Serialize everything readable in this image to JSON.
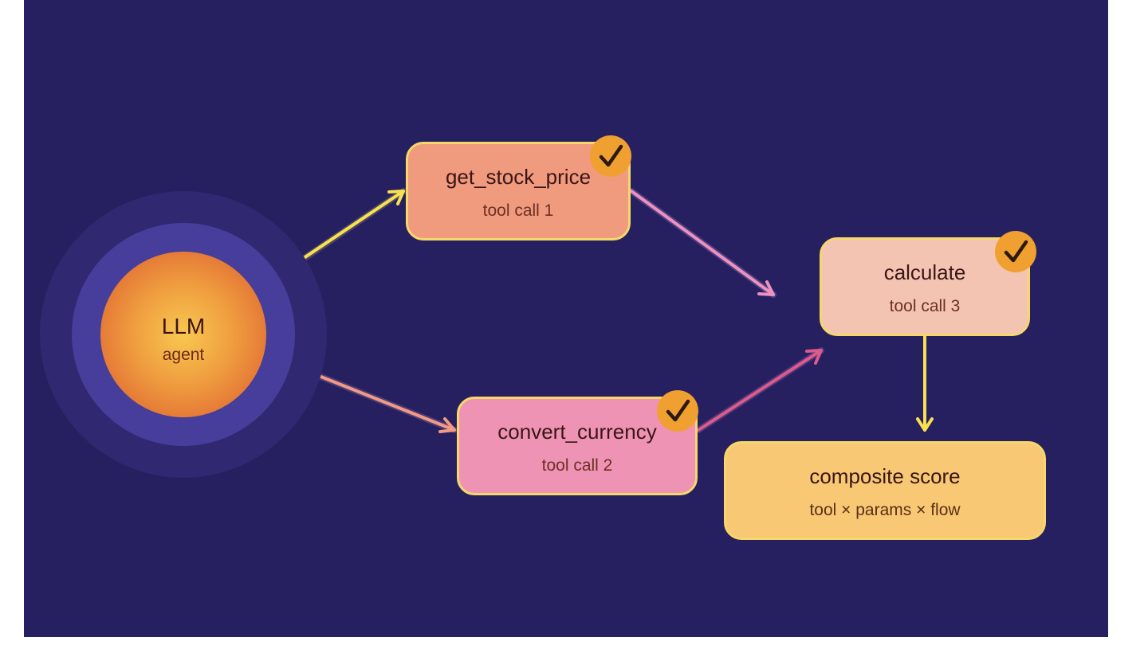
{
  "agent": {
    "title": "LLM",
    "subtitle": "agent"
  },
  "nodes": [
    {
      "id": "get_stock_price",
      "title": "get_stock_price",
      "subtitle": "tool call 1",
      "completed": true,
      "color": "#f09a7e"
    },
    {
      "id": "convert_currency",
      "title": "convert_currency",
      "subtitle": "tool call 2",
      "completed": true,
      "color": "#ee93b4"
    },
    {
      "id": "calculate",
      "title": "calculate",
      "subtitle": "tool call 3",
      "completed": true,
      "color": "#f4c4b2"
    },
    {
      "id": "composite_score",
      "title": "composite score",
      "subtitle": "tool × params × flow",
      "completed": false,
      "color": "#f8c874"
    }
  ],
  "edges": [
    {
      "from": "agent",
      "to": "get_stock_price",
      "color": "#f8e050"
    },
    {
      "from": "agent",
      "to": "convert_currency",
      "color": "#f39a82"
    },
    {
      "from": "get_stock_price",
      "to": "calculate",
      "color": "#ee90c0"
    },
    {
      "from": "convert_currency",
      "to": "calculate",
      "color": "#dc5a8c"
    },
    {
      "from": "calculate",
      "to": "composite_score",
      "color": "#f8e050"
    }
  ],
  "colors": {
    "background": "#262060",
    "node_border": "#f5d86a",
    "check_badge": "#f0a030",
    "check_mark": "#2a1a10"
  },
  "icons": {
    "badge": "checkmark-icon"
  }
}
